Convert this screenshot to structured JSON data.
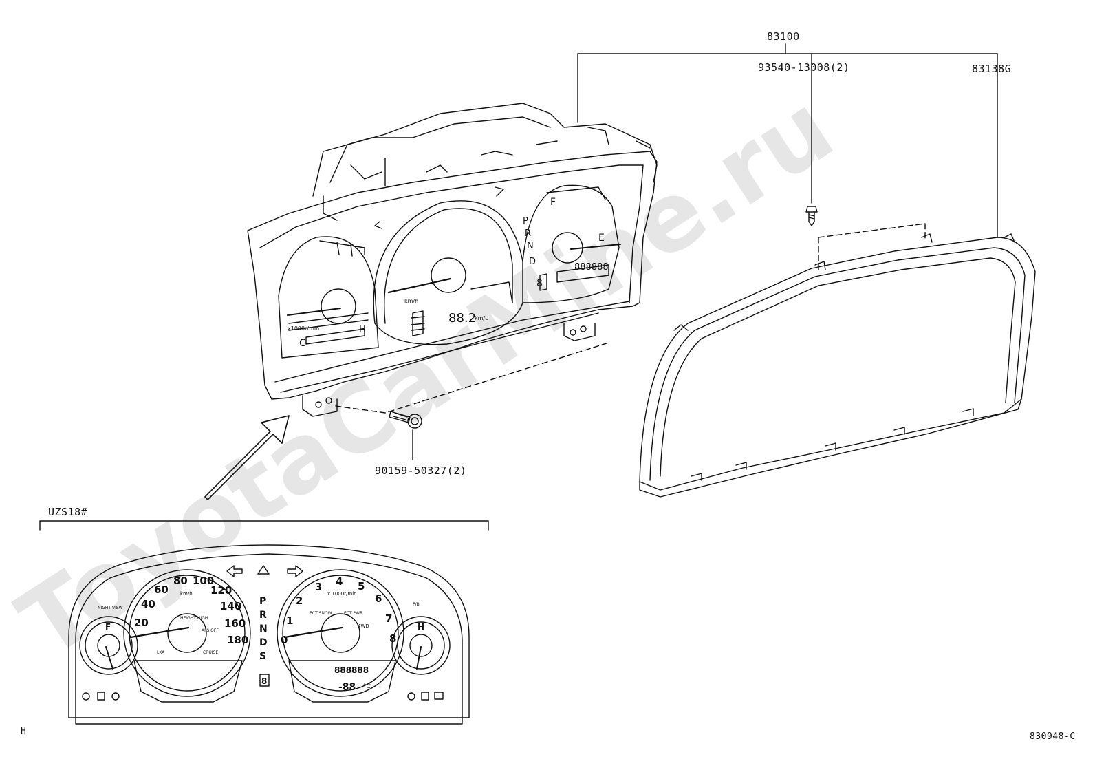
{
  "diagram": {
    "callouts": [
      {
        "id": "assembly",
        "text": "83100"
      },
      {
        "id": "screw",
        "text": "93540-13008(2)"
      },
      {
        "id": "glass",
        "text": "83138G"
      },
      {
        "id": "tapping-screw",
        "text": "90159-50327(2)"
      }
    ],
    "variant_label": "UZS18#",
    "corner_left": "H",
    "corner_right": "830948-C",
    "watermark": "ToyotaCarMine.ru",
    "upper_cluster": {
      "fuel_full": "F",
      "fuel_empty": "E",
      "gear_letters": [
        "P",
        "R",
        "N",
        "D"
      ],
      "temp_cold": "C",
      "temp_hot": "H",
      "tach_unit": "x1000r/min",
      "speed_unit": "km/h",
      "odo_display": "88.2",
      "odo_unit": "km/L",
      "trip_display": "888888",
      "gear_digit": "8"
    },
    "lower_cluster": {
      "speed_ticks": [
        "20",
        "40",
        "60",
        "80",
        "100",
        "120",
        "140",
        "160",
        "180"
      ],
      "speed_unit": "km/h",
      "tach_ticks": [
        "0",
        "1",
        "2",
        "3",
        "4",
        "5",
        "6",
        "7",
        "8"
      ],
      "tach_unit": "x 1000r/min",
      "gear_letters": [
        "P",
        "R",
        "N",
        "D",
        "S"
      ],
      "fuel_full": "F",
      "temp_hot": "H",
      "night_view": "NIGHT VIEW",
      "pb": "P/B",
      "lka": "LKA",
      "cruise": "CRUISE",
      "afs_off": "AFS OFF",
      "height_high": "HEIGHT HIGH",
      "ect_snow": "ECT SNOW",
      "ect_pwr": "ECT PWR",
      "four_wd": "4WD",
      "trip_display": "888888",
      "temp_display": "-88",
      "temp_unit": "°C",
      "gear_digit": "8"
    }
  }
}
